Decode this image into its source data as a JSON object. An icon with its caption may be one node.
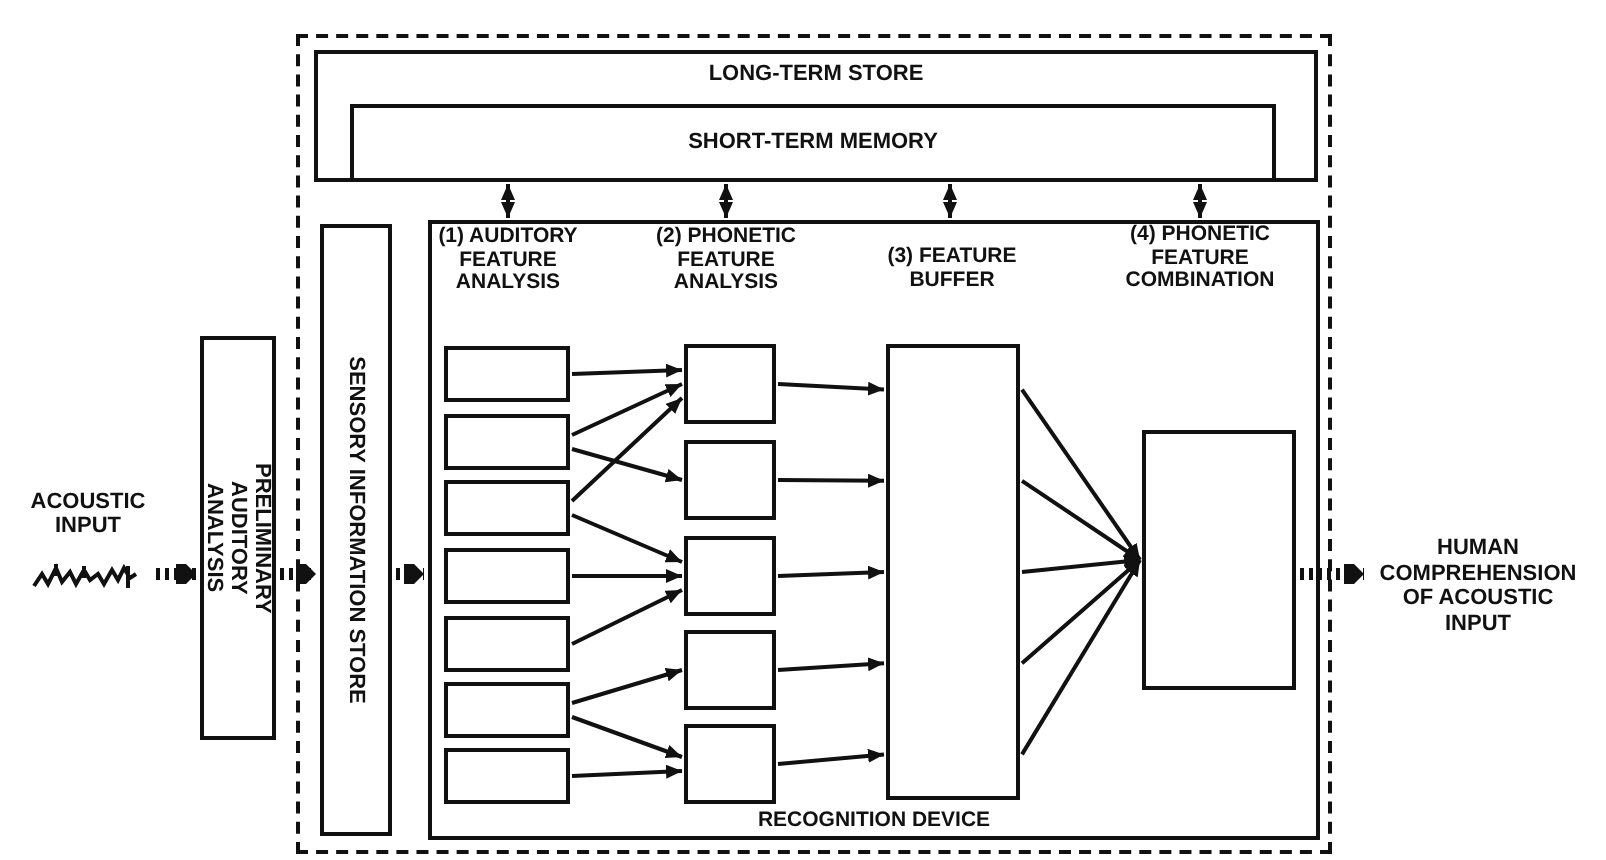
{
  "diagram": {
    "nodes": [
      {
        "text": [
          "ACOUSTIC INPUT"
        ]
      },
      {
        "text": [
          "PRELIMINARY AUDITORY ANALYSIS"
        ]
      },
      {
        "text": [],
        "shape": "box"
      },
      {
        "text": [
          "LONG-TERM STORE"
        ],
        "in": 2
      },
      {
        "text": [
          "SHORT-TERM MEMORY"
        ],
        "in": 3
      },
      {
        "text": [
          "SENSORY INFORMATION STORE"
        ],
        "in": 2
      },
      {
        "text": [
          "RECOGNITION DEVICE"
        ],
        "in": 2
      },
      {
        "text": [],
        "shape": "box",
        "in": 6
      },
      {
        "text": [],
        "shape": "box",
        "in": 6
      },
      {
        "text": [],
        "shape": "box",
        "in": 6
      },
      {
        "text": [],
        "shape": "box",
        "in": 6
      },
      {
        "text": [],
        "shape": "box",
        "in": 6
      },
      {
        "text": [],
        "shape": "box",
        "in": 6
      },
      {
        "text": [],
        "shape": "box",
        "in": 6
      },
      {
        "text": [],
        "shape": "box",
        "in": 6
      },
      {
        "text": [],
        "shape": "box",
        "in": 6
      },
      {
        "text": [],
        "shape": "box",
        "in": 6
      },
      {
        "text": [],
        "shape": "box",
        "in": 6
      },
      {
        "text": [],
        "shape": "box",
        "in": 6
      },
      {
        "text": [],
        "shape": "box",
        "in": 6
      },
      {
        "text": [],
        "shape": "box",
        "in": 6
      },
      {
        "text": [
          "HUMAN COMPREHENSION OF ACOUSTIC INPUT"
        ]
      }
    ],
    "edges": [
      {
        "from": 0,
        "to": 1,
        "arrow": "to",
        "style": "dashed"
      },
      {
        "from": 1,
        "to": 5,
        "arrow": "to",
        "style": "dashed"
      },
      {
        "from": 5,
        "to": 6,
        "arrow": "to",
        "style": "dashed"
      },
      {
        "from": 4,
        "to": 6,
        "arrow": "both"
      },
      {
        "from": 4,
        "to": 6,
        "arrow": "both"
      },
      {
        "from": 4,
        "to": 6,
        "arrow": "both"
      },
      {
        "from": 4,
        "to": 6,
        "arrow": "both"
      },
      {
        "from": 7,
        "to": 14,
        "arrow": "to"
      },
      {
        "from": 8,
        "to": 14,
        "arrow": "to"
      },
      {
        "from": 8,
        "to": 15,
        "arrow": "to"
      },
      {
        "from": 9,
        "to": 14,
        "arrow": "to"
      },
      {
        "from": 9,
        "to": 16,
        "arrow": "to"
      },
      {
        "from": 10,
        "to": 16,
        "arrow": "to"
      },
      {
        "from": 11,
        "to": 16,
        "arrow": "to"
      },
      {
        "from": 12,
        "to": 17,
        "arrow": "to"
      },
      {
        "from": 12,
        "to": 18,
        "arrow": "to"
      },
      {
        "from": 13,
        "to": 18,
        "arrow": "to"
      },
      {
        "from": 14,
        "to": 19,
        "arrow": "to"
      },
      {
        "from": 15,
        "to": 19,
        "arrow": "to"
      },
      {
        "from": 16,
        "to": 19,
        "arrow": "to"
      },
      {
        "from": 17,
        "to": 19,
        "arrow": "to"
      },
      {
        "from": 18,
        "to": 19,
        "arrow": "to"
      },
      {
        "from": 19,
        "to": 20,
        "arrow": "to"
      },
      {
        "from": 19,
        "to": 20,
        "arrow": "to"
      },
      {
        "from": 19,
        "to": 20,
        "arrow": "to"
      },
      {
        "from": 19,
        "to": 20,
        "arrow": "to"
      },
      {
        "from": 19,
        "to": 20,
        "arrow": "to"
      },
      {
        "from": 20,
        "to": 21,
        "arrow": "to",
        "style": "dashed"
      }
    ],
    "labels": [
      "(1) AUDITORY FEATURE ANALYSIS",
      "(2) PHONETIC FEATURE ANALYSIS",
      "(3) FEATURE BUFFER",
      "(4) PHONETIC FEATURE COMBINATION"
    ]
  }
}
